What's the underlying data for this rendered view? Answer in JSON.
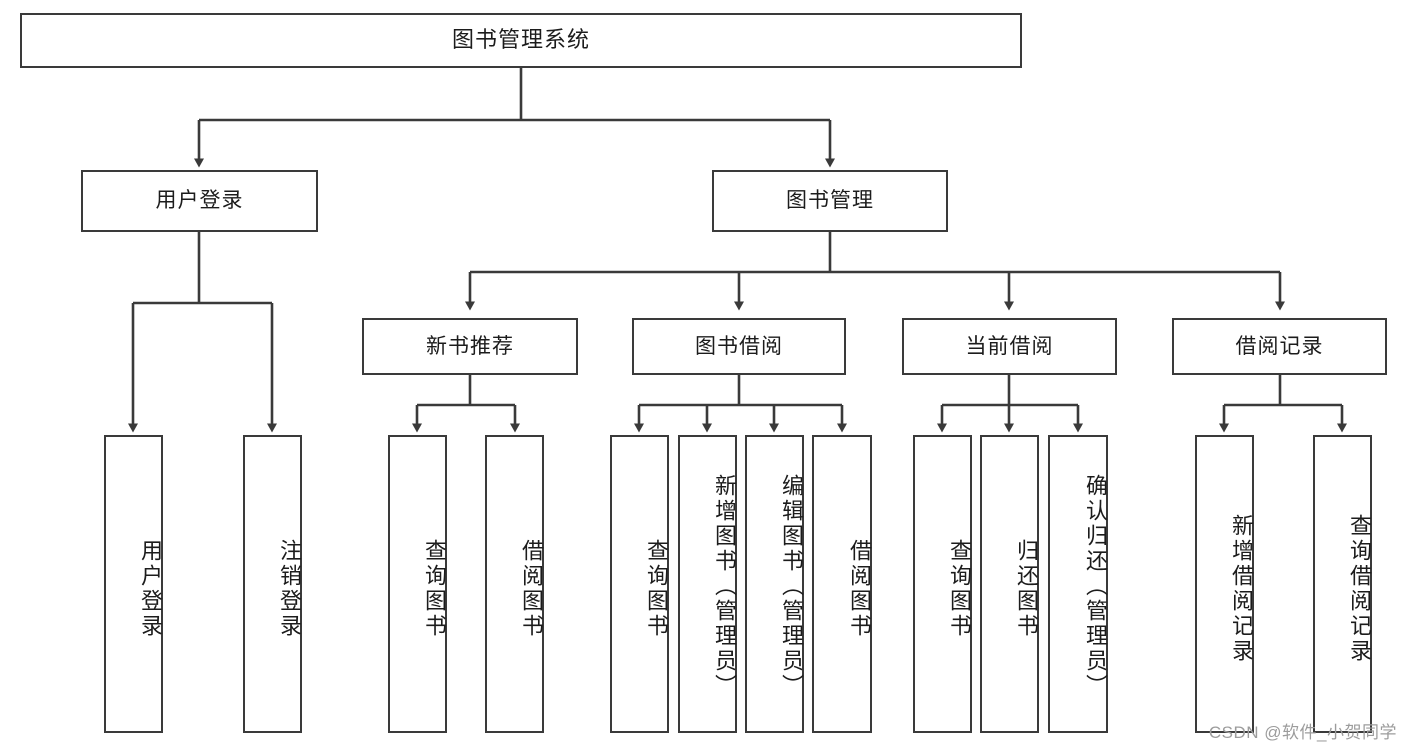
{
  "diagram": {
    "title": "图书管理系统",
    "type": "hierarchy-tree",
    "root": {
      "label": "图书管理系统"
    },
    "level1": [
      {
        "label": "用户登录"
      },
      {
        "label": "图书管理"
      }
    ],
    "level2": [
      {
        "label": "新书推荐"
      },
      {
        "label": "图书借阅"
      },
      {
        "label": "当前借阅"
      },
      {
        "label": "借阅记录"
      }
    ],
    "leaves": {
      "user_login": [
        {
          "label": "用户登录"
        },
        {
          "label": "注销登录"
        }
      ],
      "new_book_recommend": [
        {
          "label": "查询图书"
        },
        {
          "label": "借阅图书"
        }
      ],
      "book_borrow": [
        {
          "label": "查询图书"
        },
        {
          "label": "新增图书（管理员）"
        },
        {
          "label": "编辑图书（管理员）"
        },
        {
          "label": "借阅图书"
        }
      ],
      "current_borrow": [
        {
          "label": "查询图书"
        },
        {
          "label": "归还图书"
        },
        {
          "label": "确认归还（管理员）"
        }
      ],
      "borrow_record": [
        {
          "label": "新增借阅记录"
        },
        {
          "label": "查询借阅记录"
        }
      ]
    }
  },
  "watermark": {
    "text": "CSDN @软件_小贺同学"
  },
  "colors": {
    "border": "#3a3a3a",
    "background": "#ffffff",
    "text": "#1c1c1c",
    "watermark": "#9c9c9c"
  }
}
